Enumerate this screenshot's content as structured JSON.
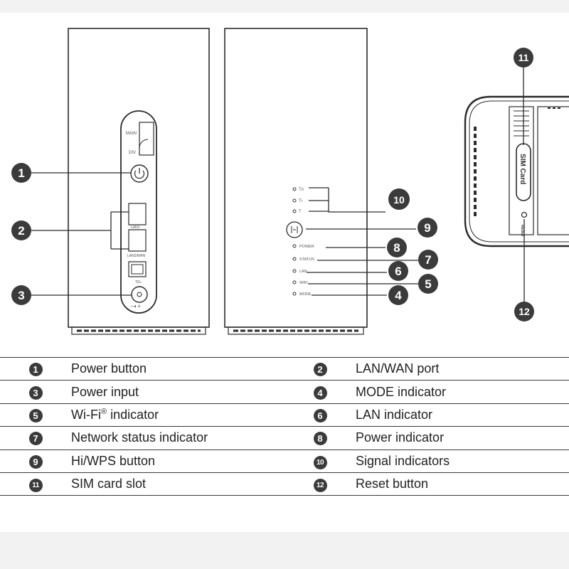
{
  "callouts": [
    {
      "id": "1",
      "text": "Power button"
    },
    {
      "id": "2",
      "text": "LAN/WAN port"
    },
    {
      "id": "3",
      "text": "Power input"
    },
    {
      "id": "4",
      "text": "MODE indicator"
    },
    {
      "id": "5",
      "text": "Wi-Fi",
      "sup": "®",
      "text_after": " indicator"
    },
    {
      "id": "6",
      "text": "LAN indicator"
    },
    {
      "id": "7",
      "text": "Network status indicator"
    },
    {
      "id": "8",
      "text": "Power indicator"
    },
    {
      "id": "9",
      "text": "Hi/WPS button"
    },
    {
      "id": "10",
      "text": "Signal indicators"
    },
    {
      "id": "11",
      "text": "SIM card slot"
    },
    {
      "id": "12",
      "text": "Reset button"
    }
  ],
  "device_labels": {
    "main": "MAIN",
    "div": "DIV",
    "lan1": "LAN1",
    "lan2wan": "LAN2/WAN",
    "tel": "TEL",
    "power_symbol": "–◐+",
    "power_led": "POWER",
    "status_led": "STATUS",
    "lan_led": "LAN",
    "wifi_led": "WIFI",
    "mode_led": "MODE",
    "sim_card": "SIM Card",
    "reset": "RESET"
  },
  "colors": {
    "badge": "#3b3b3b",
    "line": "#2b2b2b",
    "background": "#f2f2f2",
    "sheet": "#ffffff"
  }
}
